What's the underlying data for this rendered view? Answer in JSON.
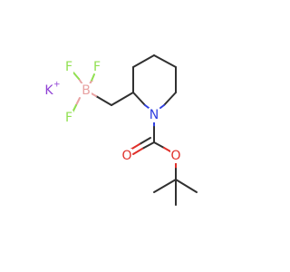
{
  "molecule": {
    "atoms": {
      "potassium": {
        "symbol": "K",
        "charge": "+",
        "color": "#8f40d4"
      },
      "boron": {
        "symbol": "B",
        "charge": "-",
        "color": "#e8a2a2"
      },
      "fluorine_1": {
        "symbol": "F",
        "color": "#90e050"
      },
      "fluorine_2": {
        "symbol": "F",
        "color": "#90e050"
      },
      "fluorine_3": {
        "symbol": "F",
        "color": "#90e050"
      },
      "nitrogen": {
        "symbol": "N",
        "color": "#3040e0"
      },
      "oxygen_carbonyl": {
        "symbol": "O",
        "color": "#e0302a"
      },
      "oxygen_ester": {
        "symbol": "O",
        "color": "#e0302a"
      }
    },
    "bond_color": "#303030"
  }
}
